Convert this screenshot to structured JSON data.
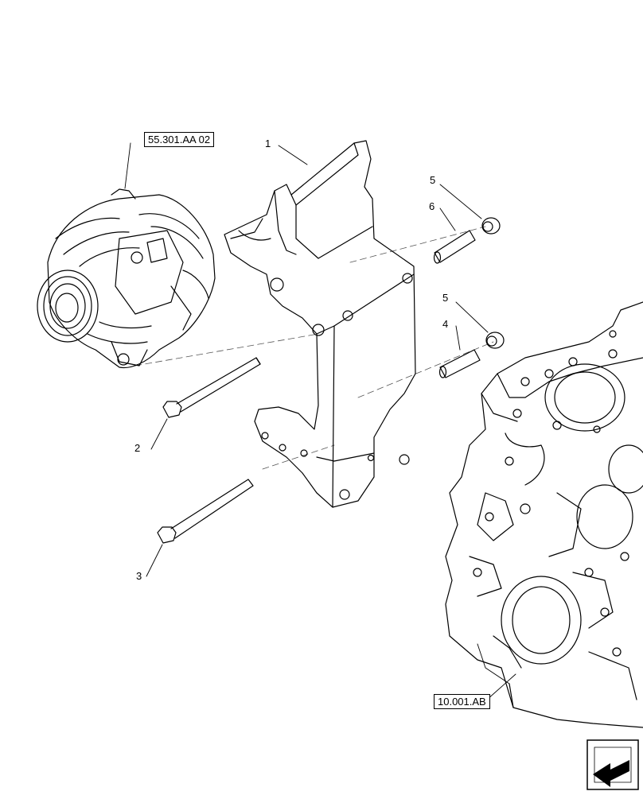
{
  "references": {
    "alternator_ref": "55.301.AA 02",
    "engine_block_ref": "10.001.AB"
  },
  "callouts": {
    "bracket": "1",
    "bolt_upper": "2",
    "bolt_lower": "3",
    "bushing_lower": "4",
    "washer_upper": "5",
    "washer_lower": "5",
    "bushing_upper": "6"
  },
  "icons": {
    "navigation": "next-page-arrow-icon"
  }
}
